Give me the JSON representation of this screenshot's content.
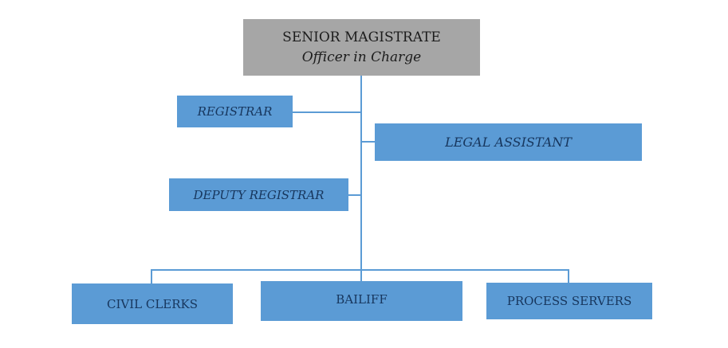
{
  "diagram_type": "org-chart",
  "nodes": {
    "senior_magistrate": {
      "title": "SENIOR MAGISTRATE",
      "subtitle": "Officer in Charge"
    },
    "registrar": {
      "label": "REGISTRAR"
    },
    "legal_assistant": {
      "label": "LEGAL ASSISTANT"
    },
    "deputy_registrar": {
      "label": "DEPUTY REGISTRAR"
    },
    "civil_clerks": {
      "label": "CIVIL CLERKS"
    },
    "bailiff": {
      "label": "BAILIFF"
    },
    "process_servers": {
      "label": "PROCESS SERVERS"
    }
  },
  "colors": {
    "node_fill_blue": "#5b9bd5",
    "node_fill_gray": "#a6a6a6",
    "connector_blue": "#5b9bd5",
    "label_navy": "#17365d",
    "root_text": "#1c1c1c",
    "background": "#ffffff"
  }
}
